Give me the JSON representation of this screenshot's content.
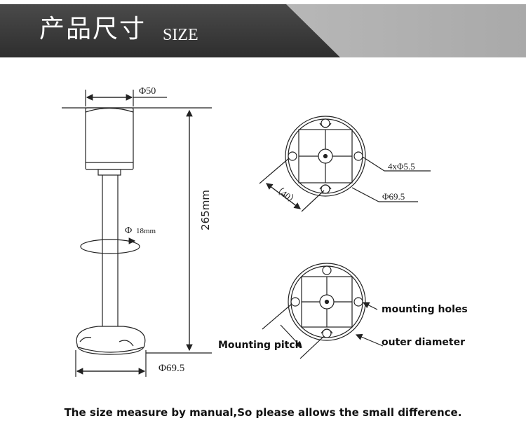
{
  "header": {
    "title_cn": "产品尺寸",
    "title_en": "SIZE",
    "color_dark": "#3a3a3a",
    "color_light": "#bdbdbd"
  },
  "side_view": {
    "top_diameter": "Φ50",
    "height": "265mm",
    "pole_diameter_symbol": "Φ",
    "pole_diameter_value": "18mm",
    "base_diameter": "Φ69.5"
  },
  "top_view": {
    "holes": "4xΦ5.5",
    "pitch": "（40）",
    "outer_diameter": "Φ69.5"
  },
  "explain_view": {
    "mounting_holes": "mounting holes",
    "mounting_pitch": "Mounting pitch",
    "outer_diameter": "outer diameter"
  },
  "footnote": "The size measure by manual,So please allows the small difference."
}
